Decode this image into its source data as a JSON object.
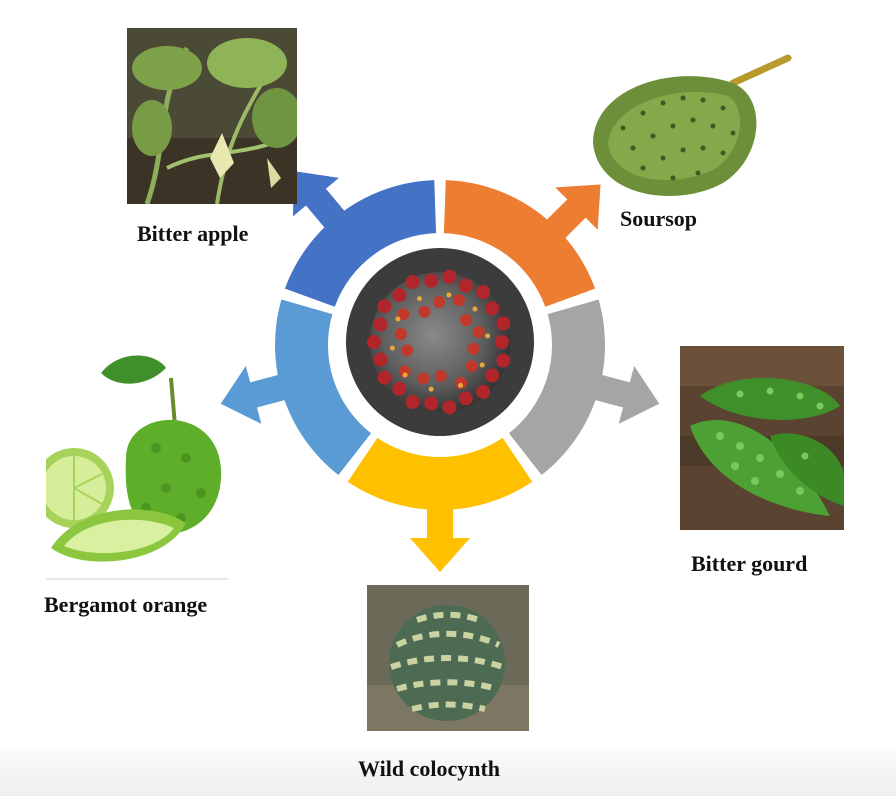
{
  "center": {
    "icon": "coronavirus-icon"
  },
  "colors": {
    "blue": "#4472C4",
    "orange": "#ED7D31",
    "gray": "#A5A5A5",
    "yellow": "#FFC000",
    "light_blue": "#5B9BD5"
  },
  "plants": [
    {
      "id": "bitter-apple",
      "label": "Bitter apple",
      "icon": "bitter-apple-plant-photo",
      "color": "#4472C4"
    },
    {
      "id": "soursop",
      "label": "Soursop",
      "icon": "soursop-fruit-photo",
      "color": "#ED7D31"
    },
    {
      "id": "bitter-gourd",
      "label": "Bitter gourd",
      "icon": "bitter-gourd-photo",
      "color": "#A5A5A5"
    },
    {
      "id": "wild-colocynth",
      "label": "Wild colocynth",
      "icon": "wild-colocynth-photo",
      "color": "#FFC000"
    },
    {
      "id": "bergamot-orange",
      "label": "Bergamot orange",
      "icon": "bergamot-orange-photo",
      "color": "#5B9BD5"
    }
  ]
}
